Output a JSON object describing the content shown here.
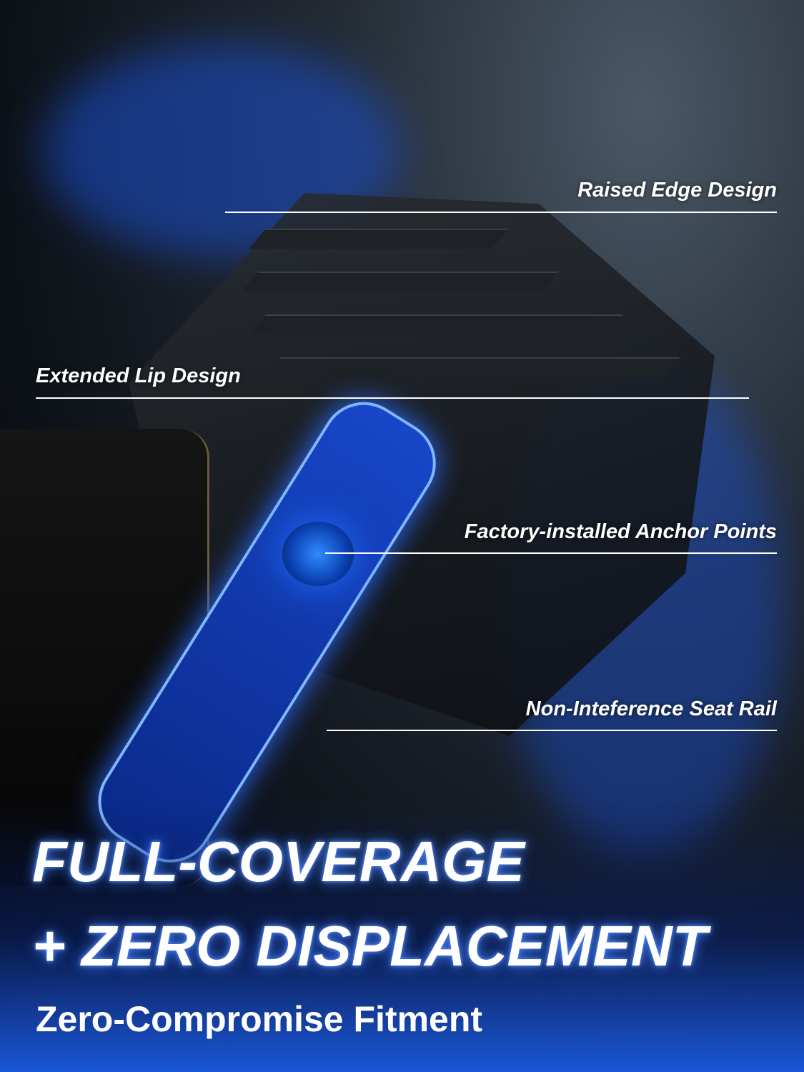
{
  "callouts": {
    "raised_edge": "Raised Edge Design",
    "extended_lip": "Extended Lip Design",
    "anchor_points": "Factory-installed Anchor Points",
    "seat_rail": "Non-Inteference Seat Rail"
  },
  "headline": {
    "line1": "FULL-COVERAGE",
    "line2": "+ ZERO DISPLACEMENT",
    "tagline": "Zero-Compromise Fitment"
  },
  "colors": {
    "accent": "#1f6cff",
    "text": "#ffffff"
  }
}
